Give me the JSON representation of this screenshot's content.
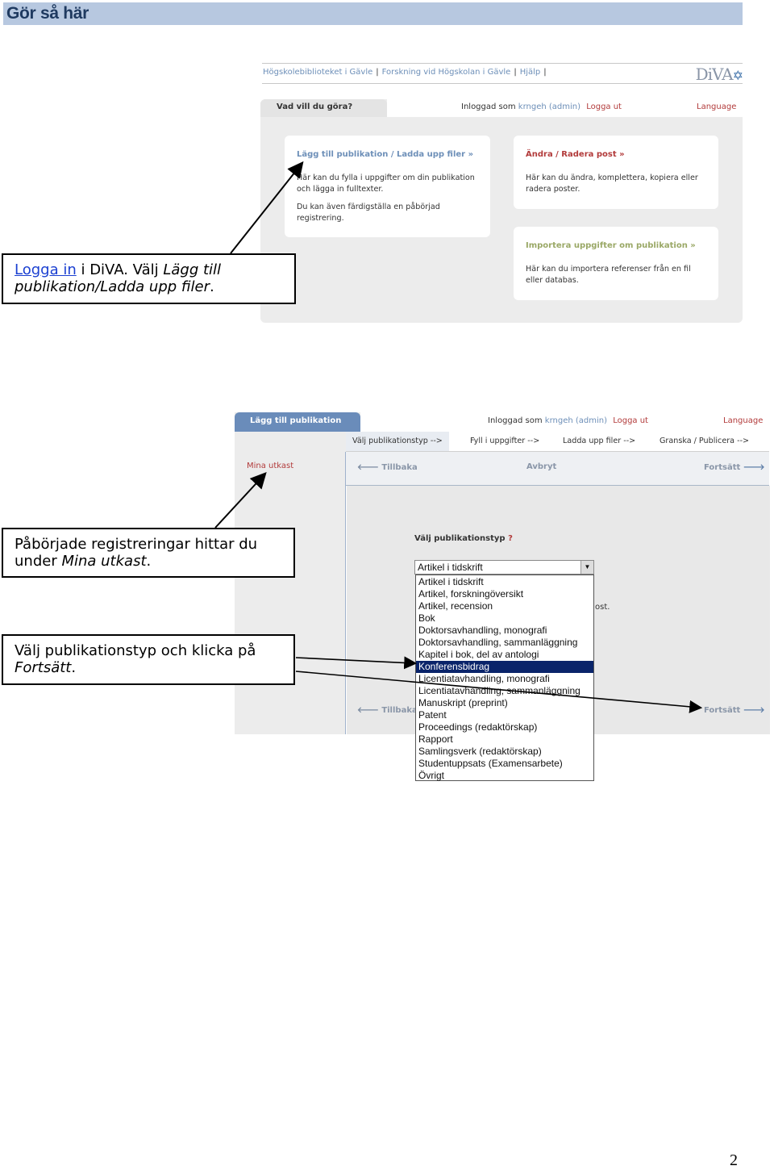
{
  "header": {
    "title": "Gör så här"
  },
  "shot1": {
    "topnav": {
      "links": [
        "Högskolebiblioteket i Gävle",
        "Forskning vid Högskolan i Gävle",
        "Hjälp"
      ],
      "logo": "DiVA"
    },
    "tab": "Vad vill du göra?",
    "login": {
      "prefix": "Inloggad som",
      "user": "krngeh (admin)",
      "logout": "Logga ut",
      "language": "Language"
    },
    "cards": [
      {
        "title": "Lägg till publikation / Ladda upp filer »",
        "text1": "Här kan du fylla i uppgifter om din publikation och lägga in fulltexter.",
        "text2": "Du kan även färdigställa en påbörjad registrering."
      },
      {
        "title": "Ändra / Radera post »",
        "text1": "Här kan du ändra, komplettera, kopiera eller radera poster."
      },
      {
        "title": "Importera uppgifter om publikation »",
        "text1": "Här kan du importera referenser från en fil eller databas."
      }
    ]
  },
  "note1": {
    "link": "Logga in",
    "text1": " i DiVA. Välj ",
    "italic": "Lägg till publikation/Ladda upp filer",
    "text2": "."
  },
  "shot2": {
    "tab": "Lägg till publikation",
    "login": {
      "prefix": "Inloggad som",
      "user": "krngeh (admin)",
      "logout": "Logga ut",
      "language": "Language"
    },
    "steps": [
      "Välj publikationstyp -->",
      "Fyll i uppgifter -->",
      "Ladda upp filer -->",
      "Granska / Publicera -->"
    ],
    "sidebar_link": "Mina utkast",
    "toolbar": {
      "back": "Tillbaka",
      "cancel": "Avbryt",
      "next": "Fortsätt"
    },
    "field_label": "Välj publikationstyp",
    "help_mark": "?",
    "selected_value": "Artikel i tidskrift",
    "hidden_text": "ost.",
    "options": [
      "Artikel i tidskrift",
      "Artikel, forskningöversikt",
      "Artikel, recension",
      "Bok",
      "Doktorsavhandling, monografi",
      "Doktorsavhandling, sammanläggning",
      "Kapitel i bok, del av antologi",
      "Konferensbidrag",
      "Licentiatavhandling, monografi",
      "Licentiatavhandling, sammanläggning",
      "Manuskript (preprint)",
      "Patent",
      "Proceedings (redaktörskap)",
      "Rapport",
      "Samlingsverk (redaktörskap)",
      "Studentuppsats (Examensarbete)",
      "Övrigt"
    ],
    "highlighted_index": 7
  },
  "note2": {
    "text1": "Påbörjade registreringar hittar du under ",
    "italic": "Mina utkast",
    "text2": "."
  },
  "note3": {
    "text1": "Välj publikationstyp och klicka på ",
    "italic": "Fortsätt",
    "text2": "."
  },
  "page_number": "2",
  "colors": {
    "header_bar": "#b7c8e0",
    "header_text": "#1f3a60",
    "tab_active": "#6a8cba",
    "link_blue": "#6d8fb8",
    "link_red": "#b23b3b",
    "highlight": "#0a246a"
  }
}
